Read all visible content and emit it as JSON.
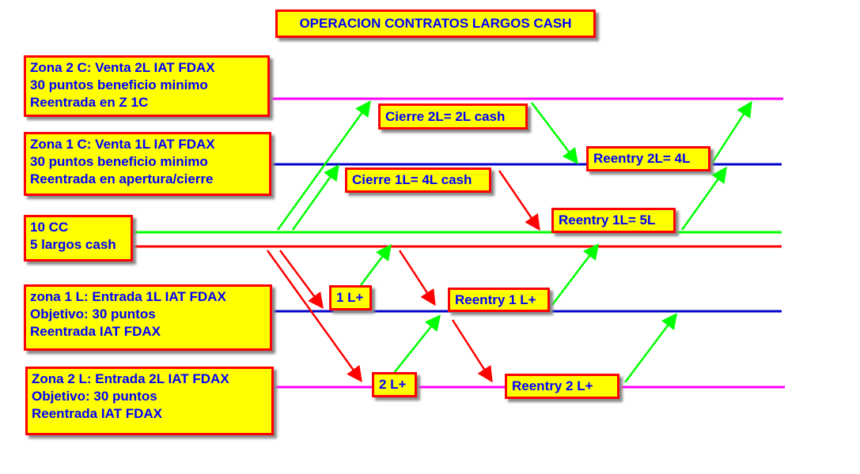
{
  "title": "OPERACION CONTRATOS LARGOS CASH",
  "zones": {
    "z2c": [
      "Zona 2 C: Venta 2L IAT FDAX",
      "30 puntos beneficio minimo",
      "Reentrada en Z 1C"
    ],
    "z1c": [
      "Zona 1 C: Venta 1L  IAT  FDAX",
      "30 puntos beneficio minimo",
      "Reentrada en apertura/cierre"
    ],
    "base": [
      "10 CC",
      "5 largos cash"
    ],
    "z1l": [
      "zona 1 L: Entrada 1L  IAT FDAX",
      "Objetivo: 30 puntos",
      "Reentrada  IAT  FDAX"
    ],
    "z2l": [
      "Zona 2 L: Entrada 2L  IAT FDAX",
      "Objetivo: 30 puntos",
      "Reentrada  IAT  FDAX"
    ]
  },
  "labels": {
    "cierre2": "Cierre 2L= 2L cash",
    "reentry2": "Reentry 2L= 4L",
    "cierre1": "Cierre 1L= 4L cash",
    "reentry1": "Reentry 1L= 5L",
    "l1": "1 L+",
    "reentry1l": "Reentry 1 L+",
    "l2": "2 L+",
    "reentry2l": "Reentry  2 L+"
  },
  "colors": {
    "green": "#00ff00",
    "red": "#ff0000",
    "blue": "#0000cc",
    "magenta": "#ff00ff",
    "box": "#ffff00"
  }
}
